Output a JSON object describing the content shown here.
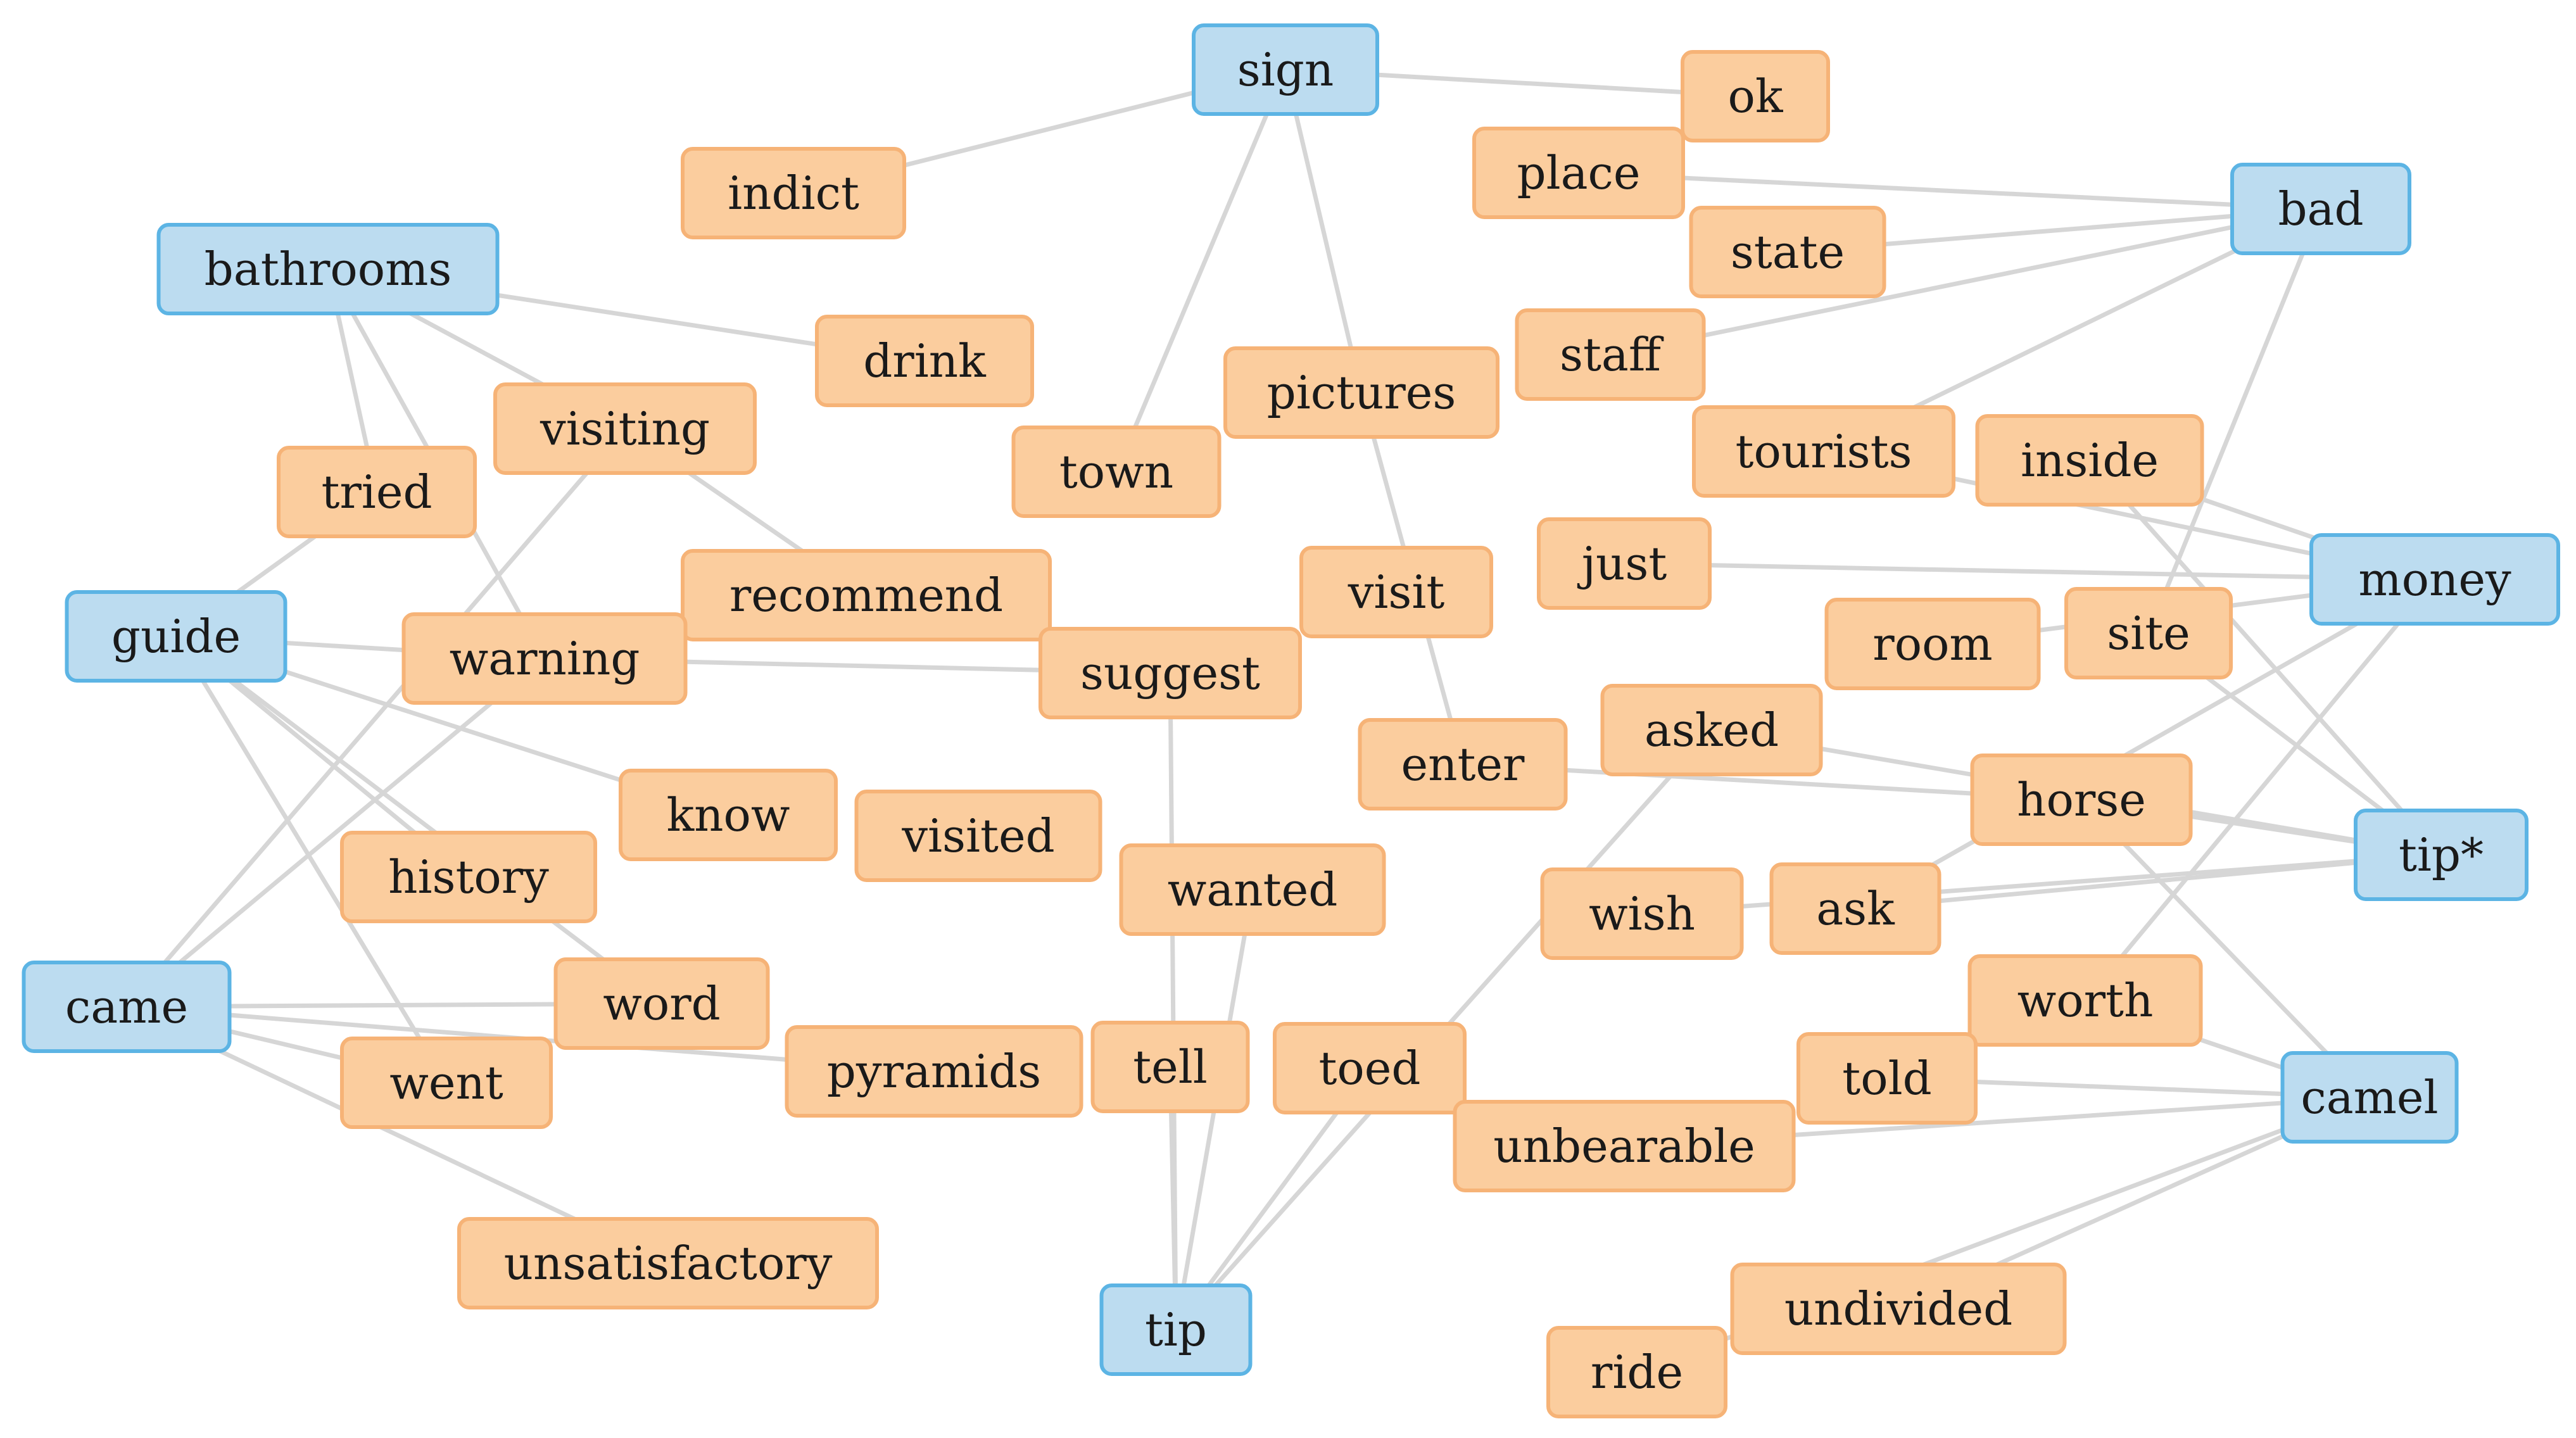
{
  "colors": {
    "center_fill": "#bcdcf0",
    "center_border": "#5cb4e4",
    "word_fill": "#fbcd9e",
    "word_border": "#f6b377",
    "edge": "#d6d6d6"
  },
  "nodes": [
    {
      "id": "sign",
      "label": "sign",
      "kind": "center"
    },
    {
      "id": "bathrooms",
      "label": "bathrooms",
      "kind": "center"
    },
    {
      "id": "bad",
      "label": "bad",
      "kind": "center"
    },
    {
      "id": "money",
      "label": "money",
      "kind": "center"
    },
    {
      "id": "guide",
      "label": "guide",
      "kind": "center"
    },
    {
      "id": "tipstar",
      "label": "tip*",
      "kind": "center"
    },
    {
      "id": "came",
      "label": "came",
      "kind": "center"
    },
    {
      "id": "camel",
      "label": "camel",
      "kind": "center"
    },
    {
      "id": "tip",
      "label": "tip",
      "kind": "center"
    },
    {
      "id": "ok",
      "label": "ok",
      "kind": "word"
    },
    {
      "id": "indict",
      "label": "indict",
      "kind": "word"
    },
    {
      "id": "place",
      "label": "place",
      "kind": "word"
    },
    {
      "id": "state",
      "label": "state",
      "kind": "word"
    },
    {
      "id": "drink",
      "label": "drink",
      "kind": "word"
    },
    {
      "id": "staff",
      "label": "staff",
      "kind": "word"
    },
    {
      "id": "pictures",
      "label": "pictures",
      "kind": "word"
    },
    {
      "id": "visiting",
      "label": "visiting",
      "kind": "word"
    },
    {
      "id": "tourists",
      "label": "tourists",
      "kind": "word"
    },
    {
      "id": "inside",
      "label": "inside",
      "kind": "word"
    },
    {
      "id": "town",
      "label": "town",
      "kind": "word"
    },
    {
      "id": "tried",
      "label": "tried",
      "kind": "word"
    },
    {
      "id": "just",
      "label": "just",
      "kind": "word"
    },
    {
      "id": "visit",
      "label": "visit",
      "kind": "word"
    },
    {
      "id": "recommend",
      "label": "recommend",
      "kind": "word"
    },
    {
      "id": "room",
      "label": "room",
      "kind": "word"
    },
    {
      "id": "site",
      "label": "site",
      "kind": "word"
    },
    {
      "id": "warning",
      "label": "warning",
      "kind": "word"
    },
    {
      "id": "suggest",
      "label": "suggest",
      "kind": "word"
    },
    {
      "id": "asked",
      "label": "asked",
      "kind": "word"
    },
    {
      "id": "enter",
      "label": "enter",
      "kind": "word"
    },
    {
      "id": "horse",
      "label": "horse",
      "kind": "word"
    },
    {
      "id": "know",
      "label": "know",
      "kind": "word"
    },
    {
      "id": "visited",
      "label": "visited",
      "kind": "word"
    },
    {
      "id": "history",
      "label": "history",
      "kind": "word"
    },
    {
      "id": "wanted",
      "label": "wanted",
      "kind": "word"
    },
    {
      "id": "wish",
      "label": "wish",
      "kind": "word"
    },
    {
      "id": "ask",
      "label": "ask",
      "kind": "word"
    },
    {
      "id": "worth",
      "label": "worth",
      "kind": "word"
    },
    {
      "id": "word",
      "label": "word",
      "kind": "word"
    },
    {
      "id": "tell",
      "label": "tell",
      "kind": "word"
    },
    {
      "id": "toed",
      "label": "toed",
      "kind": "word"
    },
    {
      "id": "told",
      "label": "told",
      "kind": "word"
    },
    {
      "id": "pyramids",
      "label": "pyramids",
      "kind": "word"
    },
    {
      "id": "went",
      "label": "went",
      "kind": "word"
    },
    {
      "id": "unbearable",
      "label": "unbearable",
      "kind": "word"
    },
    {
      "id": "undivided",
      "label": "undivided",
      "kind": "word"
    },
    {
      "id": "unsatisfactory",
      "label": "unsatisfactory",
      "kind": "word"
    },
    {
      "id": "ride",
      "label": "ride",
      "kind": "word"
    }
  ],
  "edges": [
    [
      "sign",
      "indict"
    ],
    [
      "sign",
      "ok"
    ],
    [
      "sign",
      "town"
    ],
    [
      "sign",
      "pictures"
    ],
    [
      "bad",
      "place"
    ],
    [
      "bad",
      "state"
    ],
    [
      "bad",
      "staff"
    ],
    [
      "bad",
      "tourists"
    ],
    [
      "bad",
      "site"
    ],
    [
      "bathrooms",
      "drink"
    ],
    [
      "bathrooms",
      "tried"
    ],
    [
      "bathrooms",
      "visiting"
    ],
    [
      "bathrooms",
      "warning"
    ],
    [
      "money",
      "just"
    ],
    [
      "money",
      "tourists"
    ],
    [
      "money",
      "inside"
    ],
    [
      "money",
      "room"
    ],
    [
      "money",
      "ask"
    ],
    [
      "money",
      "worth"
    ],
    [
      "guide",
      "tried"
    ],
    [
      "guide",
      "warning"
    ],
    [
      "guide",
      "history"
    ],
    [
      "guide",
      "know"
    ],
    [
      "guide",
      "went"
    ],
    [
      "guide",
      "word"
    ],
    [
      "tipstar",
      "inside"
    ],
    [
      "tipstar",
      "site"
    ],
    [
      "tipstar",
      "horse"
    ],
    [
      "tipstar",
      "ask"
    ],
    [
      "tipstar",
      "wish"
    ],
    [
      "tipstar",
      "asked"
    ],
    [
      "came",
      "visiting"
    ],
    [
      "came",
      "word"
    ],
    [
      "came",
      "went"
    ],
    [
      "came",
      "pyramids"
    ],
    [
      "came",
      "unsatisfactory"
    ],
    [
      "came",
      "warning"
    ],
    [
      "camel",
      "told"
    ],
    [
      "camel",
      "worth"
    ],
    [
      "camel",
      "horse"
    ],
    [
      "camel",
      "undivided"
    ],
    [
      "camel",
      "ride"
    ],
    [
      "camel",
      "unbearable"
    ],
    [
      "tip",
      "tell"
    ],
    [
      "tip",
      "wanted"
    ],
    [
      "tip",
      "suggest"
    ],
    [
      "tip",
      "toed"
    ],
    [
      "tip",
      "asked"
    ],
    [
      "visiting",
      "recommend"
    ],
    [
      "pictures",
      "enter"
    ],
    [
      "warning",
      "suggest"
    ],
    [
      "enter",
      "horse"
    ]
  ]
}
